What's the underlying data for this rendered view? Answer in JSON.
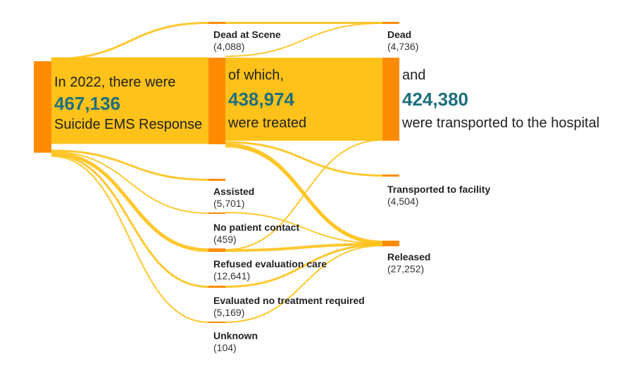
{
  "colors": {
    "flow": "#ffc21a",
    "node": "#ff8c00",
    "accent": "#1e6f7e"
  },
  "source": {
    "line1": "In 2022, there were",
    "number": "467,136",
    "line2": "Suicide EMS Response"
  },
  "treated": {
    "line1": "of which,",
    "number": "438,974",
    "line2": "were treated"
  },
  "transported": {
    "line1": "and",
    "number": "424,380",
    "line2": "were transported to the hospital"
  },
  "labels": {
    "dead_at_scene": {
      "name": "Dead at Scene",
      "value": "(4,088)"
    },
    "dead": {
      "name": "Dead",
      "value": "(4,736)"
    },
    "assisted": {
      "name": "Assisted",
      "value": "(5,701)"
    },
    "no_patient_contact": {
      "name": "No patient contact",
      "value": "(459)"
    },
    "refused": {
      "name": "Refused evaluation care",
      "value": "(12,641)"
    },
    "evaluated": {
      "name": "Evaluated no treatment required",
      "value": "(5,169)"
    },
    "unknown": {
      "name": "Unknown",
      "value": "(104)"
    },
    "transported_facility": {
      "name": "Transported to facility",
      "value": "(4,504)"
    },
    "released": {
      "name": "Released",
      "value": "(27,252)"
    }
  }
}
